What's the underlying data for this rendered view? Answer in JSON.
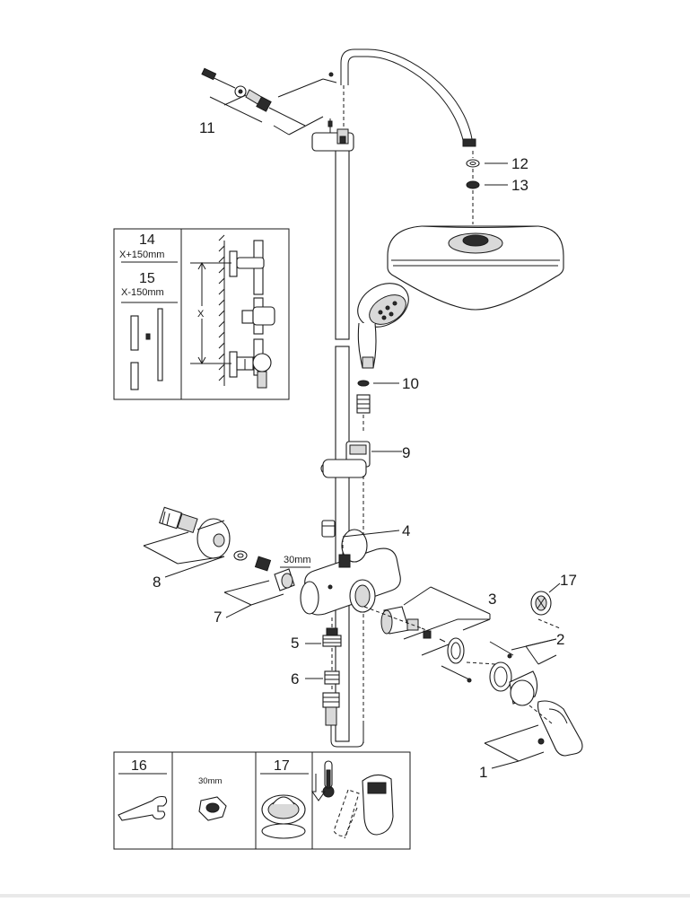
{
  "callouts": {
    "c1": "1",
    "c2": "2",
    "c3": "3",
    "c4": "4",
    "c5": "5",
    "c6": "6",
    "c7": "7",
    "c8": "8",
    "c9": "9",
    "c10": "10",
    "c11": "11",
    "c12": "12",
    "c13": "13",
    "c17": "17"
  },
  "dimension_labels": {
    "nut_size": "30mm",
    "height_marker": "X"
  },
  "extension_box": {
    "num_a": "14",
    "label_a": "X+150mm",
    "num_b": "15",
    "label_b": "X-150mm"
  },
  "accessories_box": {
    "cell_1_num": "16",
    "cell_2_label": "30mm",
    "cell_3_num": "17"
  }
}
